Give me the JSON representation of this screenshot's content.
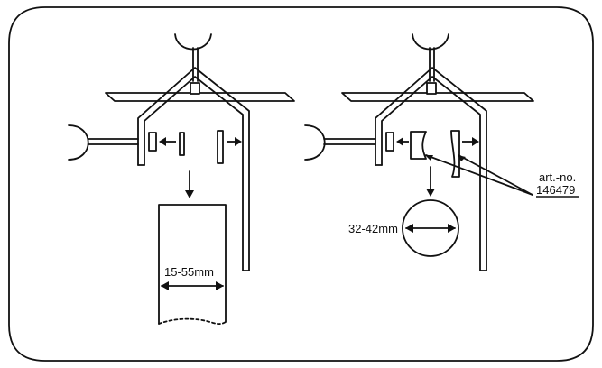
{
  "labels": {
    "width_range_left": "15-55mm",
    "diameter_range_right": "32-42mm",
    "article_line1": "art.-no.",
    "article_line2": "146479"
  },
  "colors": {
    "stroke": "#111111",
    "fill": "#ffffff"
  }
}
